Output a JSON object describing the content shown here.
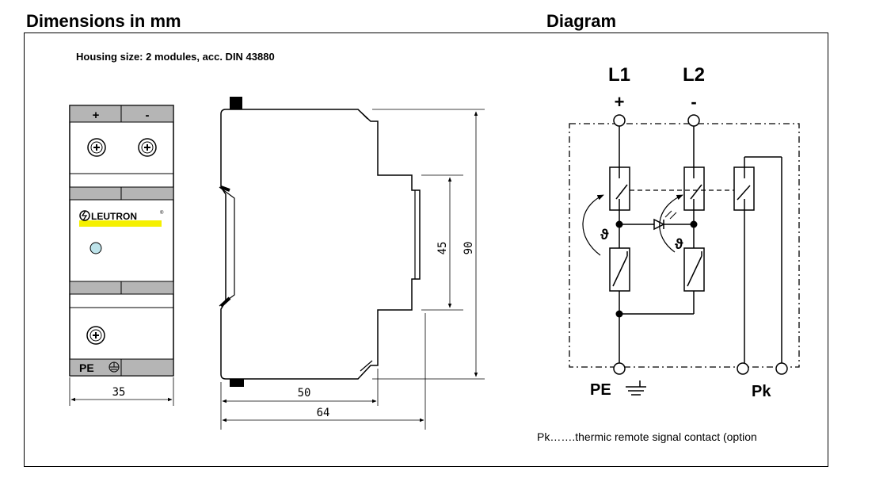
{
  "headings": {
    "dimensions": "Dimensions in mm",
    "diagram": "Diagram"
  },
  "front_view": {
    "housing_note": "Housing size:  2 modules, acc. DIN 43880",
    "top_plus": "+",
    "top_minus": "-",
    "logo_text": "LEUTRON",
    "logo_mark": "®",
    "pe_label": "PE",
    "width_dim": "35"
  },
  "side_view": {
    "dim_50": "50",
    "dim_64": "64",
    "dim_45": "45",
    "dim_90": "90"
  },
  "circuit": {
    "l1": "L1",
    "l2": "L2",
    "plus": "+",
    "minus": "-",
    "theta_1": "ϑ",
    "theta_2": "ϑ",
    "pe": "PE",
    "pk": "Pk",
    "note": "Pk…….thermic remote signal contact (option"
  },
  "colors": {
    "module_gray": "#b5b5b5",
    "logo_yellow": "#f5f000",
    "led_color": "#bde3ea"
  }
}
